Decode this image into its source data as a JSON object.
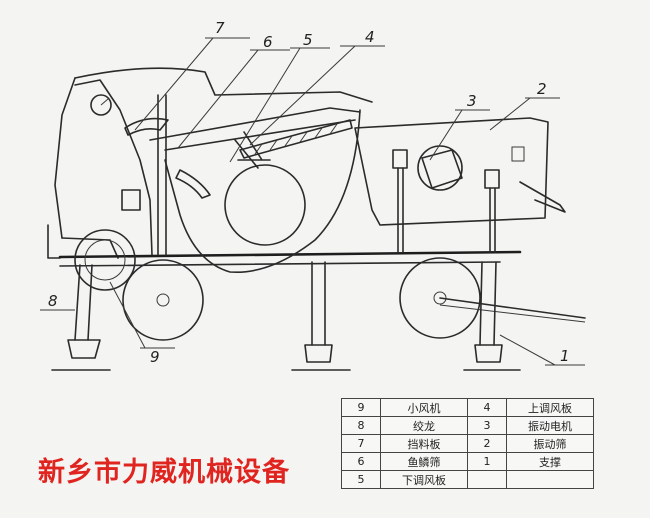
{
  "callouts": [
    "7",
    "6",
    "5",
    "4",
    "3",
    "2",
    "8",
    "9",
    "1"
  ],
  "parts_table": {
    "rows": [
      {
        "left_no": "9",
        "left_name": "小风机",
        "right_no": "4",
        "right_name": "上调风板"
      },
      {
        "left_no": "8",
        "left_name": "绞龙",
        "right_no": "3",
        "right_name": "振动电机"
      },
      {
        "left_no": "7",
        "left_name": "挡料板",
        "right_no": "2",
        "right_name": "振动筛"
      },
      {
        "left_no": "6",
        "left_name": "鱼鳞筛",
        "right_no": "1",
        "right_name": "支撑"
      },
      {
        "left_no": "5",
        "left_name": "下调风板",
        "right_no": "",
        "right_name": ""
      }
    ]
  },
  "company_name": "新乡市力威机械设备",
  "colors": {
    "ink": "#2b2b2b",
    "company_text": "#e0241f",
    "paper": "#f4f4f2"
  }
}
